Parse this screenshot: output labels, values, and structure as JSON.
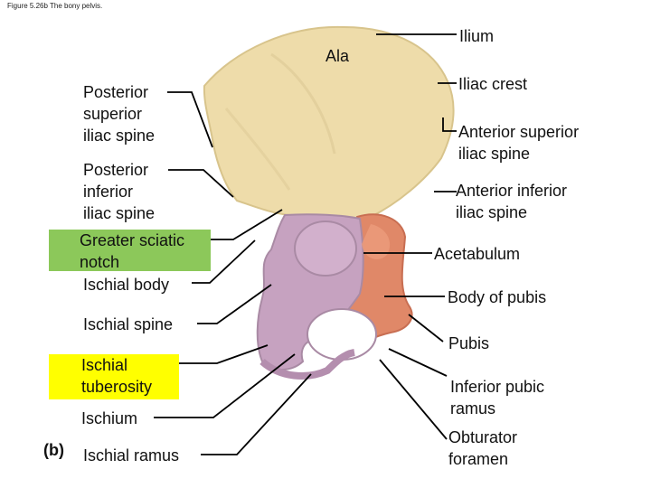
{
  "caption": "Figure 5.26b The bony pelvis.",
  "view_tag": "(b)",
  "colors": {
    "ilium": "#eedcaa",
    "ischium": "#c6a2c0",
    "pubis": "#e08868",
    "green_highlight": "#8cc85a",
    "yellow_highlight": "#ffff00"
  },
  "labels": {
    "ilium": "Ilium",
    "ala": "Ala",
    "iliac_crest": "Iliac crest",
    "psis": "Posterior\nsuperior\niliac spine",
    "asis": "Anterior superior\niliac spine",
    "piis": "Posterior\ninferior\niliac spine",
    "aiis": "Anterior inferior\niliac spine",
    "greater_sciatic_notch": "Greater sciatic\nnotch",
    "acetabulum": "Acetabulum",
    "ischial_body": "Ischial body",
    "body_of_pubis": "Body of pubis",
    "ischial_spine": "Ischial spine",
    "pubis": "Pubis",
    "ischial_tuberosity": "Ischial\ntuberosity",
    "inferior_pubic_ramus": "Inferior pubic\nramus",
    "ischium": "Ischium",
    "obturator_foramen": "Obturator\nforamen",
    "ischial_ramus": "Ischial ramus"
  }
}
